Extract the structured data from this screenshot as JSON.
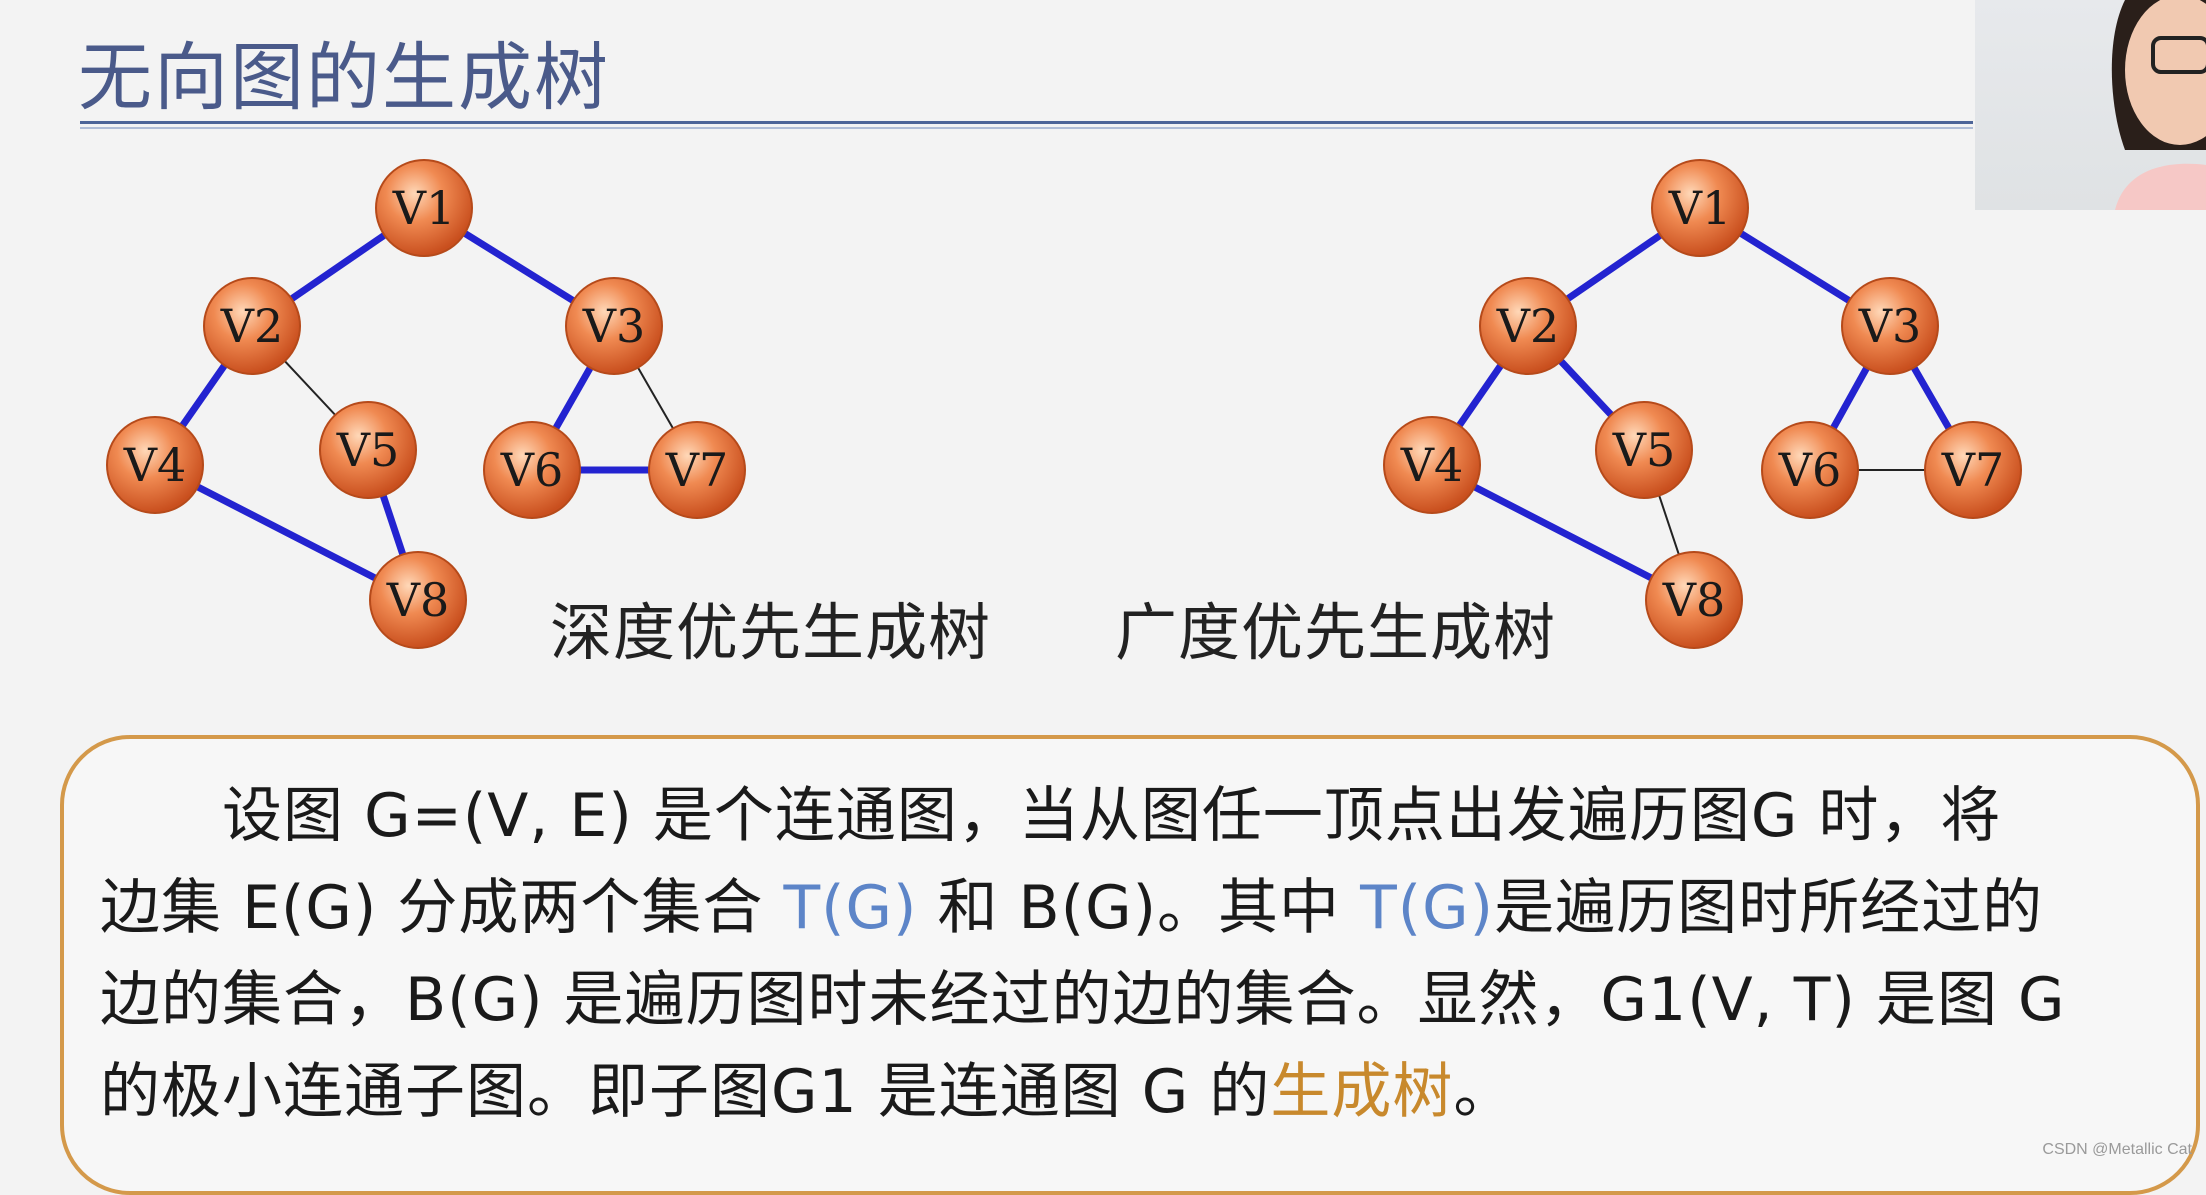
{
  "slide": {
    "title": "无向图的生成树",
    "captions": {
      "dfs": "深度优先生成树",
      "bfs": "广度优先生成树"
    },
    "paragraph": {
      "indent": "　　",
      "line1": "设图 G=(V, E) 是个连通图，当从图任一顶点出发遍历图G 时，将",
      "line2_a": "边集 E(G) 分成两个集合 ",
      "line2_b": "T(G)",
      "line2_c": " 和 B(G)。其中 ",
      "line2_d": "T(G)",
      "line2_e": "是遍历图时所经过的",
      "line3": "边的集合，B(G) 是遍历图时未经过的边的集合。显然，G1(V, T) 是图 G",
      "line4_a": "的极小连通子图。即子图G1 是连通图 G 的",
      "line4_b": "生成树",
      "line4_c": "。"
    },
    "watermark": "CSDN @Metallic Cat"
  },
  "colors": {
    "node_fill": "#e9743f",
    "tree_edge": "#2323d0",
    "non_tree_edge": "#222222",
    "title": "#4a5a8a",
    "highlight_blue": "#5d85c8",
    "highlight_orange": "#c8892d",
    "box_border": "#d4994a"
  },
  "graphs": [
    {
      "name": "dfs",
      "nodes": [
        "V1",
        "V2",
        "V3",
        "V4",
        "V5",
        "V6",
        "V7",
        "V8"
      ],
      "tree_edges": [
        [
          "V1",
          "V2"
        ],
        [
          "V1",
          "V3"
        ],
        [
          "V2",
          "V4"
        ],
        [
          "V4",
          "V8"
        ],
        [
          "V8",
          "V5"
        ],
        [
          "V3",
          "V6"
        ],
        [
          "V6",
          "V7"
        ]
      ],
      "non_tree_edges": [
        [
          "V2",
          "V5"
        ],
        [
          "V3",
          "V7"
        ]
      ]
    },
    {
      "name": "bfs",
      "nodes": [
        "V1",
        "V2",
        "V3",
        "V4",
        "V5",
        "V6",
        "V7",
        "V8"
      ],
      "tree_edges": [
        [
          "V1",
          "V2"
        ],
        [
          "V1",
          "V3"
        ],
        [
          "V2",
          "V4"
        ],
        [
          "V2",
          "V5"
        ],
        [
          "V3",
          "V6"
        ],
        [
          "V3",
          "V7"
        ],
        [
          "V4",
          "V8"
        ]
      ],
      "non_tree_edges": [
        [
          "V5",
          "V8"
        ],
        [
          "V6",
          "V7"
        ]
      ]
    }
  ]
}
